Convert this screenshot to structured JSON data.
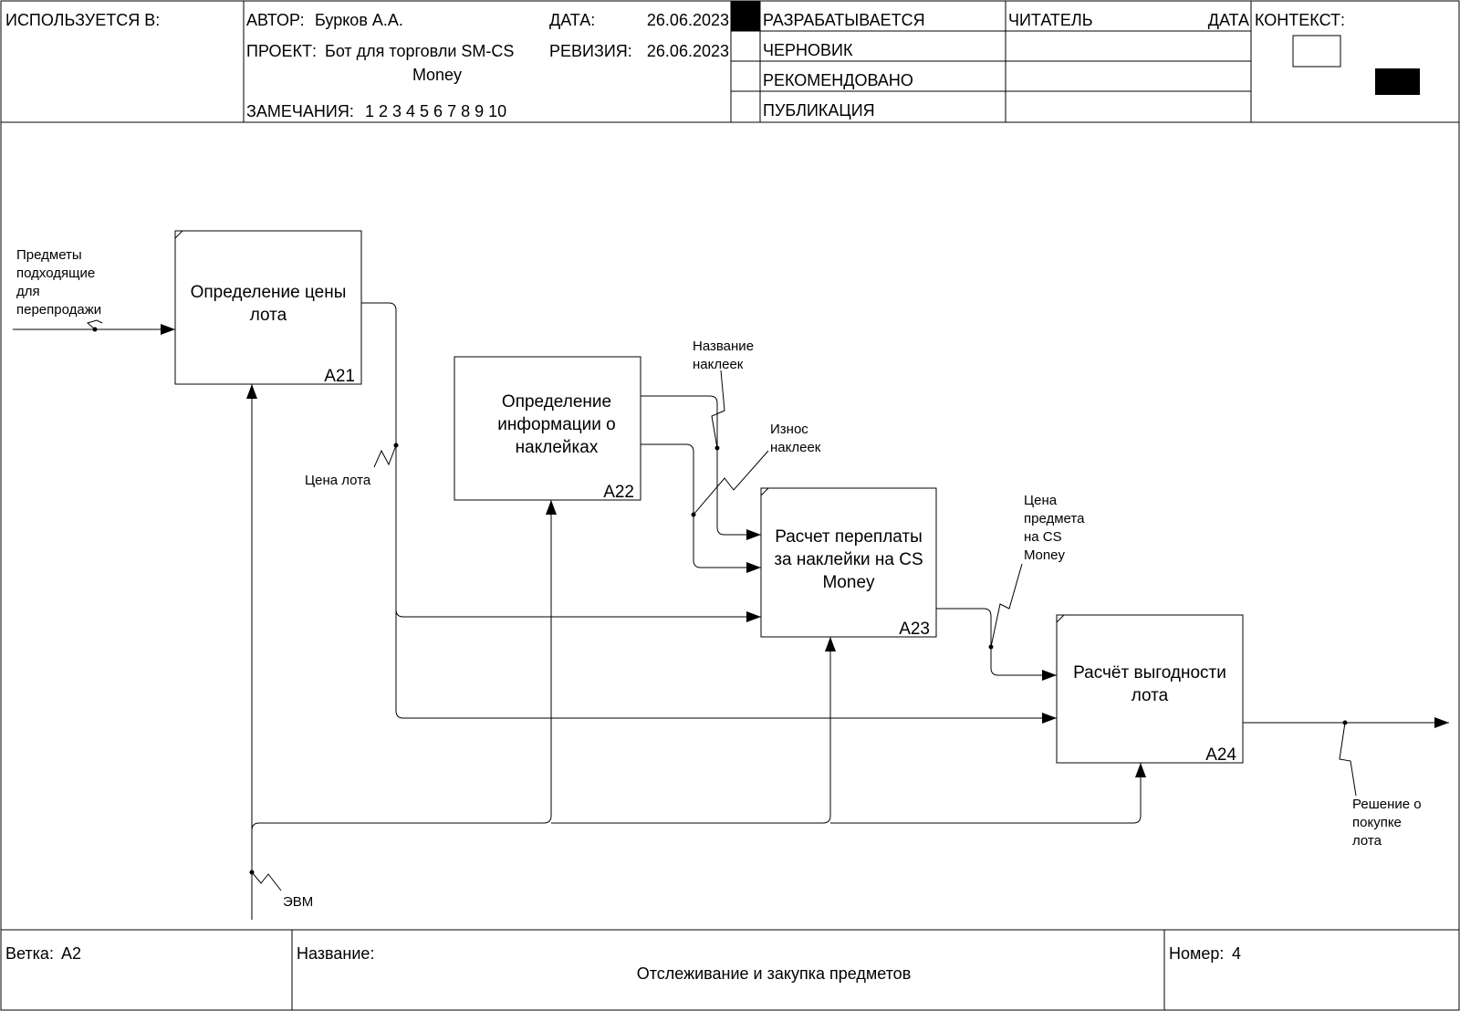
{
  "header": {
    "used_in": "ИСПОЛЬЗУЕТСЯ В:",
    "author_label": "АВТОР:",
    "author": "Бурков А.А.",
    "date_label": "ДАТА:",
    "date": "26.06.2023",
    "project_label": "ПРОЕКТ:",
    "project_line1": "Бот для торговли SM-CS",
    "project_line2": "Money",
    "revision_label": "РЕВИЗИЯ:",
    "revision": "26.06.2023",
    "notes_label": "ЗАМЕЧАНИЯ:",
    "notes": "1 2 3 4 5 6 7 8 9 10",
    "status": [
      "РАЗРАБАТЫВАЕТСЯ",
      "ЧЕРНОВИК",
      "РЕКОМЕНДОВАНО",
      "ПУБЛИКАЦИЯ"
    ],
    "reader_label": "ЧИТАТЕЛЬ",
    "reader_date_label": "ДАТА",
    "context_label": "КОНТЕКСТ:"
  },
  "boxes": [
    {
      "id": "A21",
      "lines": [
        "Определение цены",
        "лота"
      ]
    },
    {
      "id": "A22",
      "lines": [
        "Определение",
        "информации о",
        "наклейках"
      ]
    },
    {
      "id": "A23",
      "lines": [
        "Расчет переплаты",
        "за наклейки на CS",
        "Money"
      ]
    },
    {
      "id": "A24",
      "lines": [
        "Расчёт выгодности",
        "лота"
      ]
    }
  ],
  "arrow_labels": {
    "input_items": [
      "Предметы",
      "подходящие",
      "для",
      "перепродажи"
    ],
    "lot_price": "Цена лота",
    "sticker_name": [
      "Название",
      "наклеек"
    ],
    "sticker_wear": [
      "Износ",
      "наклеек"
    ],
    "item_price": [
      "Цена",
      "предмета",
      "на CS",
      "Money"
    ],
    "decision": [
      "Решение о",
      "покупке",
      "лота"
    ],
    "computer": "ЭВМ"
  },
  "footer": {
    "branch_label": "Ветка:",
    "branch": "А2",
    "name_label": "Название:",
    "name": "Отслеживание и закупка предметов",
    "number_label": "Номер:",
    "number": "4"
  }
}
